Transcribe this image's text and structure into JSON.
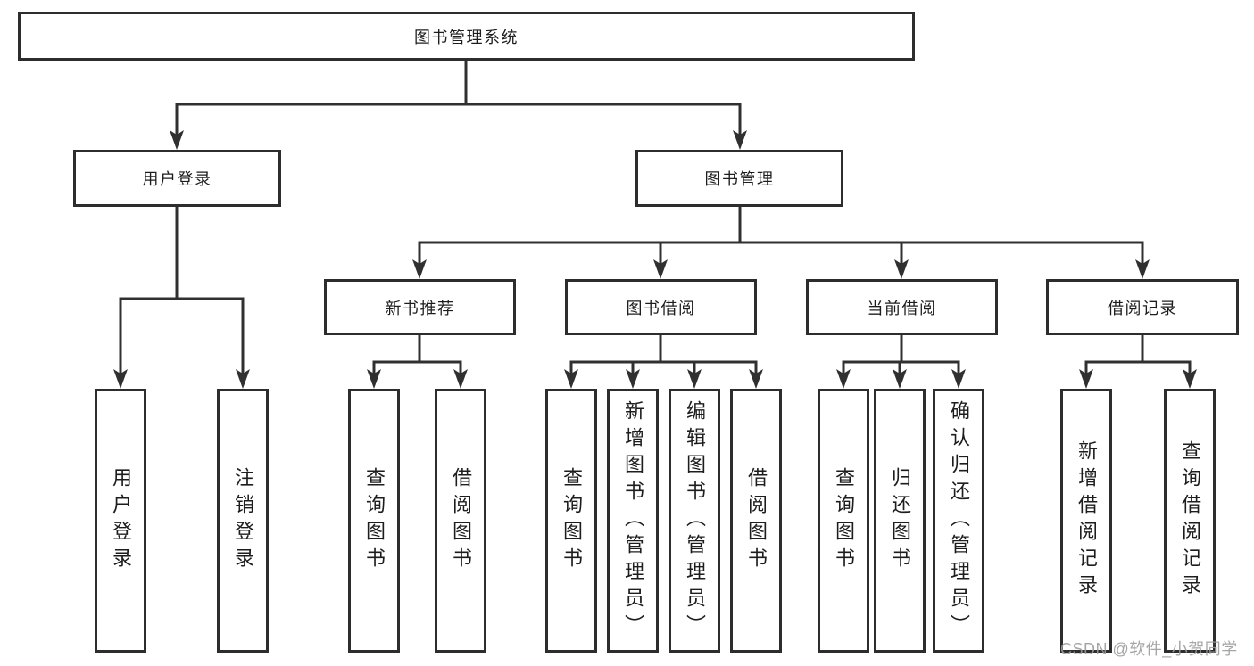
{
  "diagram_type": "functional-structure-tree",
  "colors": {
    "line": "#303030",
    "box_border": "#2d2d2d",
    "text": "#1d1d1d",
    "watermark_text": "#9c9c9c",
    "background": "#ffffff"
  },
  "watermark": "CSDN @软件_小贺同学",
  "tree": {
    "root": {
      "label": "图书管理系统"
    },
    "branches": [
      {
        "label": "用户登录",
        "children": [
          {
            "label": "用户登录"
          },
          {
            "label": "注销登录"
          }
        ]
      },
      {
        "label": "图书管理",
        "children": [
          {
            "label": "新书推荐",
            "children": [
              {
                "label": "查询图书"
              },
              {
                "label": "借阅图书"
              }
            ]
          },
          {
            "label": "图书借阅",
            "children": [
              {
                "label": "查询图书"
              },
              {
                "label": "新增图书（管理员）"
              },
              {
                "label": "编辑图书（管理员）"
              },
              {
                "label": "借阅图书"
              }
            ]
          },
          {
            "label": "当前借阅",
            "children": [
              {
                "label": "查询图书"
              },
              {
                "label": "归还图书"
              },
              {
                "label": "确认归还（管理员）"
              }
            ]
          },
          {
            "label": "借阅记录",
            "children": [
              {
                "label": "新增借阅记录"
              },
              {
                "label": "查询借阅记录"
              }
            ]
          }
        ]
      }
    ]
  }
}
